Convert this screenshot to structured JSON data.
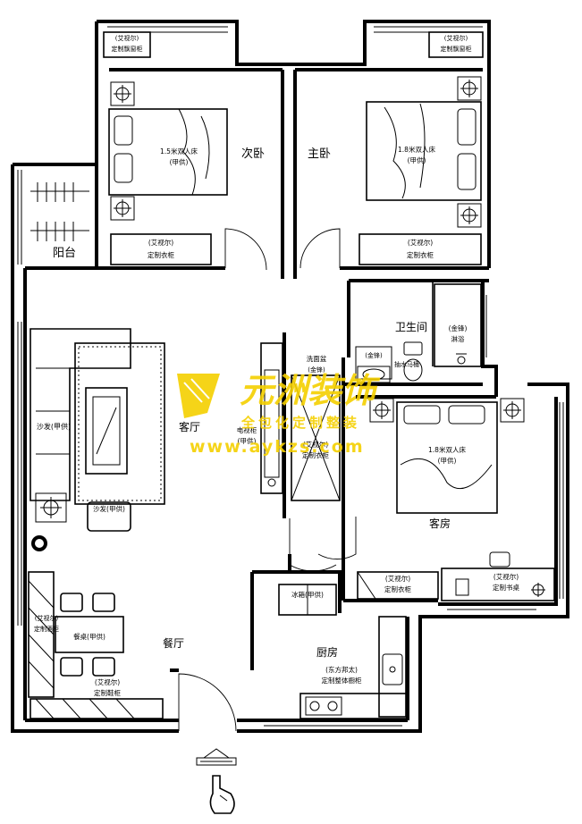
{
  "rooms": {
    "second_bedroom": "次卧",
    "master_bedroom": "主卧",
    "balcony": "阳台",
    "bathroom": "卫生间",
    "living_room": "客厅",
    "guest_room": "客房",
    "dining_room": "餐厅",
    "kitchen": "厨房"
  },
  "furniture": {
    "window_seat_l_brand": "(艾视尔)",
    "window_seat_l_name": "定制飘窗柜",
    "window_seat_r_brand": "(艾视尔)",
    "window_seat_r_name": "定制飘窗柜",
    "bed_second_size": "1.5米双人床",
    "bed_second_brand": "(甲供)",
    "bed_master_size": "1.8米双人床",
    "bed_master_brand": "(甲供)",
    "wardrobe_second_brand": "(艾视尔)",
    "wardrobe_second_name": "定制衣柜",
    "wardrobe_master_brand": "(艾视尔)",
    "wardrobe_master_name": "定制衣柜",
    "shower_brand": "(金锋)",
    "shower_name": "淋浴",
    "basin": "洗面盆",
    "basin_brand": "(金锋)",
    "toilet_brand": "(金锋)",
    "toilet_name": "抽水马桶",
    "sofa": "沙发(甲供)",
    "armchair": "沙发(甲供)",
    "tv_cabinet_name": "电视柜",
    "tv_cabinet_brand": "(甲供)",
    "hall_wardrobe_brand": "(艾视尔)",
    "hall_wardrobe_name": "定制衣柜",
    "bed_guest_size": "1.8米双人床",
    "bed_guest_brand": "(甲供)",
    "wardrobe_guest_brand": "(艾视尔)",
    "wardrobe_guest_name": "定制衣柜",
    "desk_brand": "(艾视尔)",
    "desk_name": "定制书桌",
    "fridge": "冰箱(甲供)",
    "dining_table": "餐桌(甲供)",
    "wine_cabinet_brand": "(艾视尔)",
    "wine_cabinet_name": "定制酒柜",
    "shoe_cabinet_brand": "(艾视尔)",
    "shoe_cabinet_name": "定制鞋柜",
    "kitchen_cabinet_brand": "(东方邦太)",
    "kitchen_cabinet_name": "定制整体橱柜"
  },
  "watermark": {
    "brand": "元洲装饰",
    "slogan": "全包化定制整装",
    "url": "www.aykzs.com",
    "color": "#f5d000"
  }
}
